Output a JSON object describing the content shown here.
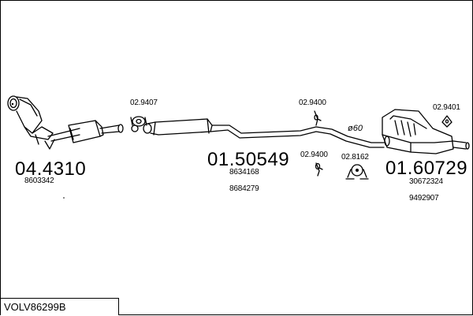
{
  "diagram": {
    "model_code": "VOLV86299B",
    "parts": [
      {
        "part_no": "04.4310",
        "refs": [
          "8603342"
        ]
      },
      {
        "part_no": "01.50549",
        "refs": [
          "8634168",
          "8684279"
        ]
      },
      {
        "part_no": "01.60729",
        "refs": [
          "30672324",
          "9492907"
        ]
      }
    ],
    "accessories": {
      "front_gasket": "02.9407",
      "hanger_mid": "02.9400",
      "hanger_mid_low": "02.9400",
      "hanger_rear": "02.9401",
      "clamp": "02.8162"
    },
    "pipe_diameter": "ø60"
  }
}
